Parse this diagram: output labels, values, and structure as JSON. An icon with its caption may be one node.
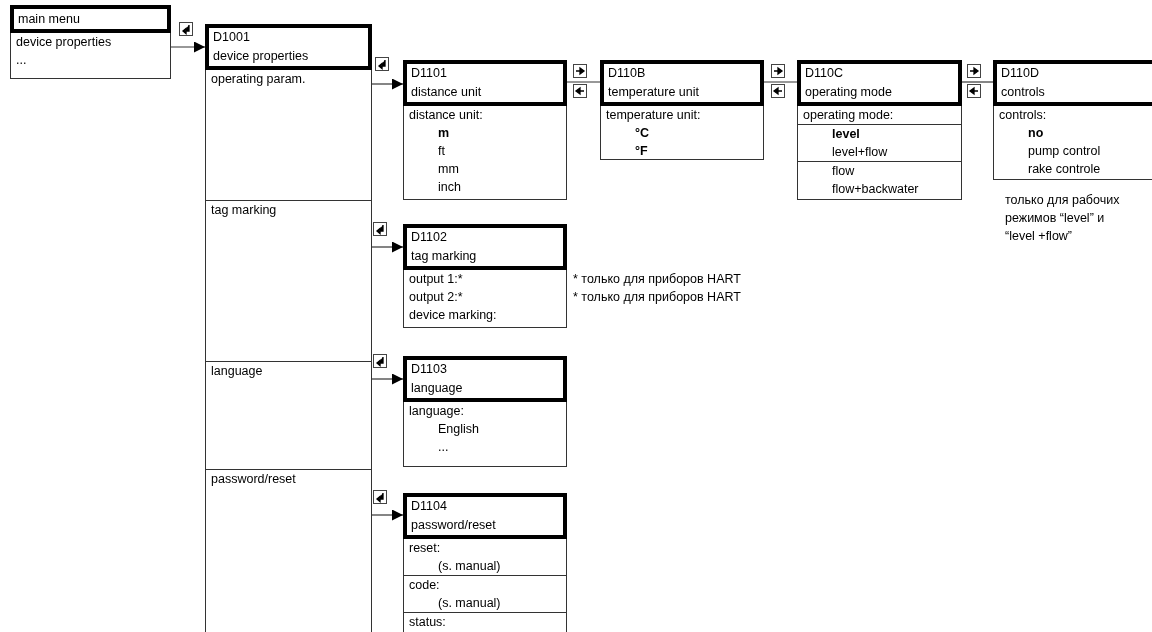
{
  "diagram": {
    "nodes": [
      {
        "text": [
          "main menu",
          "device properties",
          "..."
        ]
      },
      {
        "text": [
          "D1001",
          "device properties"
        ]
      },
      {
        "text": [
          "operating param."
        ],
        "in": 1
      },
      {
        "text": [
          "tag marking"
        ],
        "in": 1
      },
      {
        "text": [
          "language"
        ],
        "in": 1
      },
      {
        "text": [
          "password/reset"
        ],
        "in": 1
      },
      {
        "text": [
          "D1101",
          "distance unit",
          "distance unit:",
          "m",
          "ft",
          "mm",
          "inch"
        ]
      },
      {
        "text": [
          "D110B",
          "temperature unit",
          "temperature unit:",
          "°C",
          "°F"
        ]
      },
      {
        "text": [
          "D110C",
          "operating mode",
          "operating mode:",
          "level",
          "level+flow",
          "flow",
          "flow+backwater"
        ]
      },
      {
        "text": [
          "D110D",
          "controls",
          "controls:",
          "no",
          "pump control",
          "rake controle"
        ],
        "beside": [
          "только для рабочих режимов “level” и “level +flow”"
        ]
      },
      {
        "text": [
          "D1102",
          "tag marking",
          "output 1:*",
          "output 2:*",
          "device marking:"
        ],
        "beside": [
          "* только для приборов HART",
          "* только для приборов HART"
        ]
      },
      {
        "text": [
          "D1103",
          "language",
          "language:",
          "English",
          "..."
        ]
      },
      {
        "text": [
          "D1104",
          "password/reset",
          "reset:",
          "(s. manual)",
          "code:",
          "(s. manual)",
          "status:"
        ]
      }
    ],
    "edges": [
      {
        "from": 0,
        "to": 1,
        "arrow": "to"
      },
      {
        "from": 2,
        "to": 6,
        "arrow": "to"
      },
      {
        "from": 6,
        "to": 7,
        "arrow": "none"
      },
      {
        "from": 7,
        "to": 8,
        "arrow": "none"
      },
      {
        "from": 8,
        "to": 9,
        "arrow": "none"
      },
      {
        "from": 3,
        "to": 10,
        "arrow": "to"
      },
      {
        "from": 4,
        "to": 11,
        "arrow": "to"
      },
      {
        "from": 5,
        "to": 12,
        "arrow": "to"
      }
    ]
  }
}
